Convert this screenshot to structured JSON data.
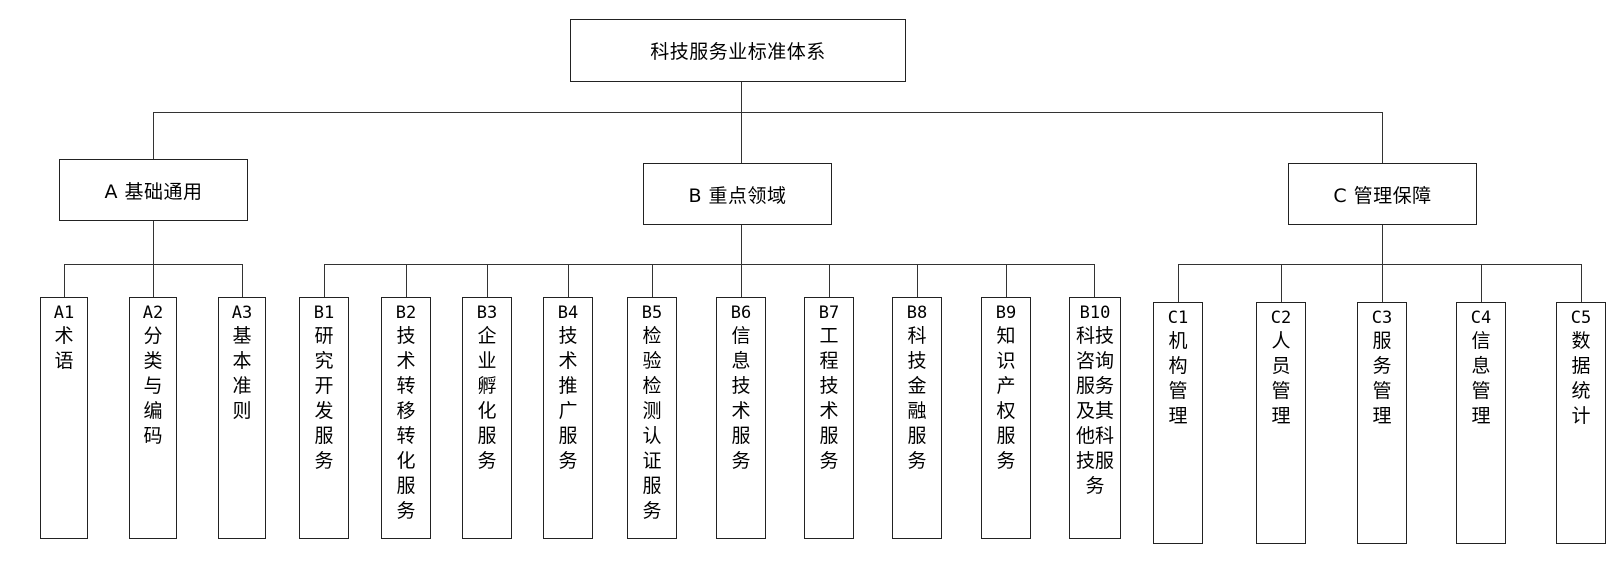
{
  "root": {
    "label": "科技服务业标准体系"
  },
  "groups": [
    {
      "label": "A 基础通用",
      "items": [
        {
          "code": "A1",
          "text": "术语"
        },
        {
          "code": "A2",
          "text": "分类与编码"
        },
        {
          "code": "A3",
          "text": "基本准则"
        }
      ]
    },
    {
      "label": "B 重点领域",
      "items": [
        {
          "code": "B1",
          "text": "研究开发服务"
        },
        {
          "code": "B2",
          "text": "技术转移转化服务"
        },
        {
          "code": "B3",
          "text": "企业孵化服务"
        },
        {
          "code": "B4",
          "text": "技术推广服务"
        },
        {
          "code": "B5",
          "text": "检验检测认证服务"
        },
        {
          "code": "B6",
          "text": "信息技术服务"
        },
        {
          "code": "B7",
          "text": "工程技术服务"
        },
        {
          "code": "B8",
          "text": "科技金融服务"
        },
        {
          "code": "B9",
          "text": "知识产权服务"
        },
        {
          "code": "B10",
          "text": "科技咨询服务及其他科技服务"
        }
      ]
    },
    {
      "label": "C 管理保障",
      "items": [
        {
          "code": "C1",
          "text": "机构管理"
        },
        {
          "code": "C2",
          "text": "人员管理"
        },
        {
          "code": "C3",
          "text": "服务管理"
        },
        {
          "code": "C4",
          "text": "信息管理"
        },
        {
          "code": "C5",
          "text": "数据统计"
        }
      ]
    }
  ]
}
